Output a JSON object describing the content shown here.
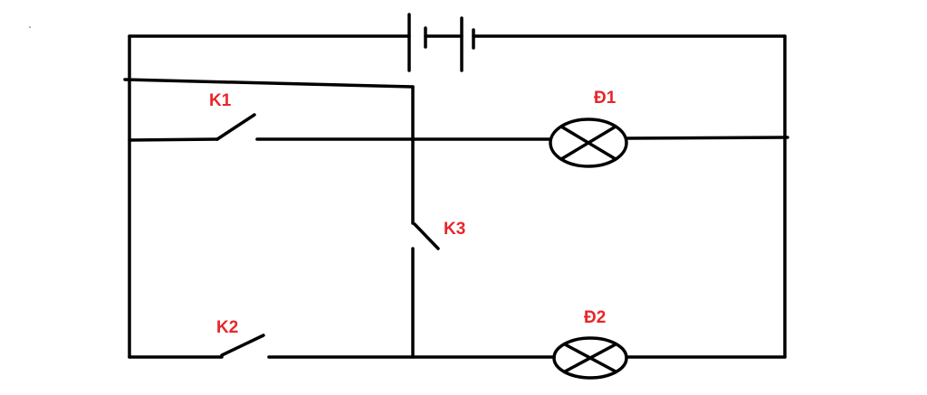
{
  "labels": {
    "k1": "K1",
    "k2": "K2",
    "k3": "K3",
    "d1": "Đ1",
    "d2": "Đ2"
  },
  "colors": {
    "label": "#e8262b",
    "wire": "#000000",
    "background": "#ffffff"
  }
}
